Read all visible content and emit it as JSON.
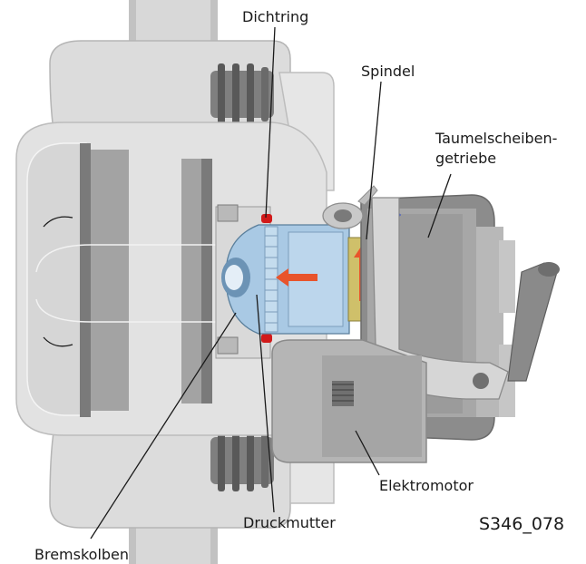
{
  "labels": {
    "dichtring": "Dichtring",
    "spindel": "Spindel",
    "taumelscheiben_line1": "Taumelscheiben-",
    "taumelscheiben_line2": "getriebe",
    "elektromotor": "Elektromotor",
    "druckmutter": "Druckmutter",
    "bremskolben": "Bremskolben"
  },
  "figure_ref": "S346_078",
  "colors": {
    "housing": "#d3d3d3",
    "housing_dark": "#9a9a9a",
    "motor": "#a9a9a9",
    "piston_blue": "#a9c9e4",
    "seal_red": "#d11a1a",
    "arrow_red": "#e8542c"
  }
}
